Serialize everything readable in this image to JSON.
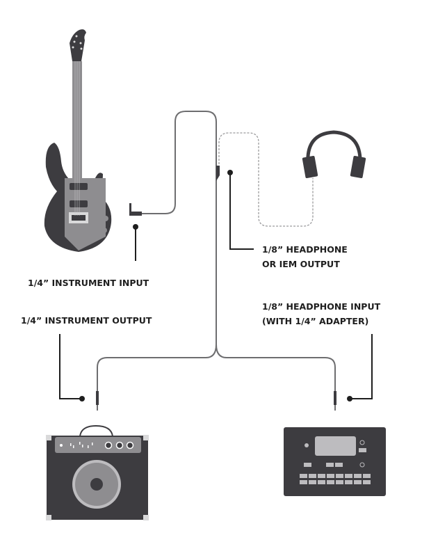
{
  "labels": {
    "instrument_input": "1/4” INSTRUMENT INPUT",
    "instrument_output": "1/4” INSTRUMENT OUTPUT",
    "headphone_output_line1": "1/8” HEADPHONE",
    "headphone_output_line2": "OR IEM OUTPUT",
    "headphone_input_line1": "1/8” HEADPHONE INPUT",
    "headphone_input_line2": "(WITH 1/4” ADAPTER)"
  },
  "colors": {
    "device_dark": "#3d3c40",
    "device_mid": "#8e8d90",
    "device_light": "#bdbcbf",
    "cable": "#6d6d6f",
    "text": "#1e1e1e"
  }
}
